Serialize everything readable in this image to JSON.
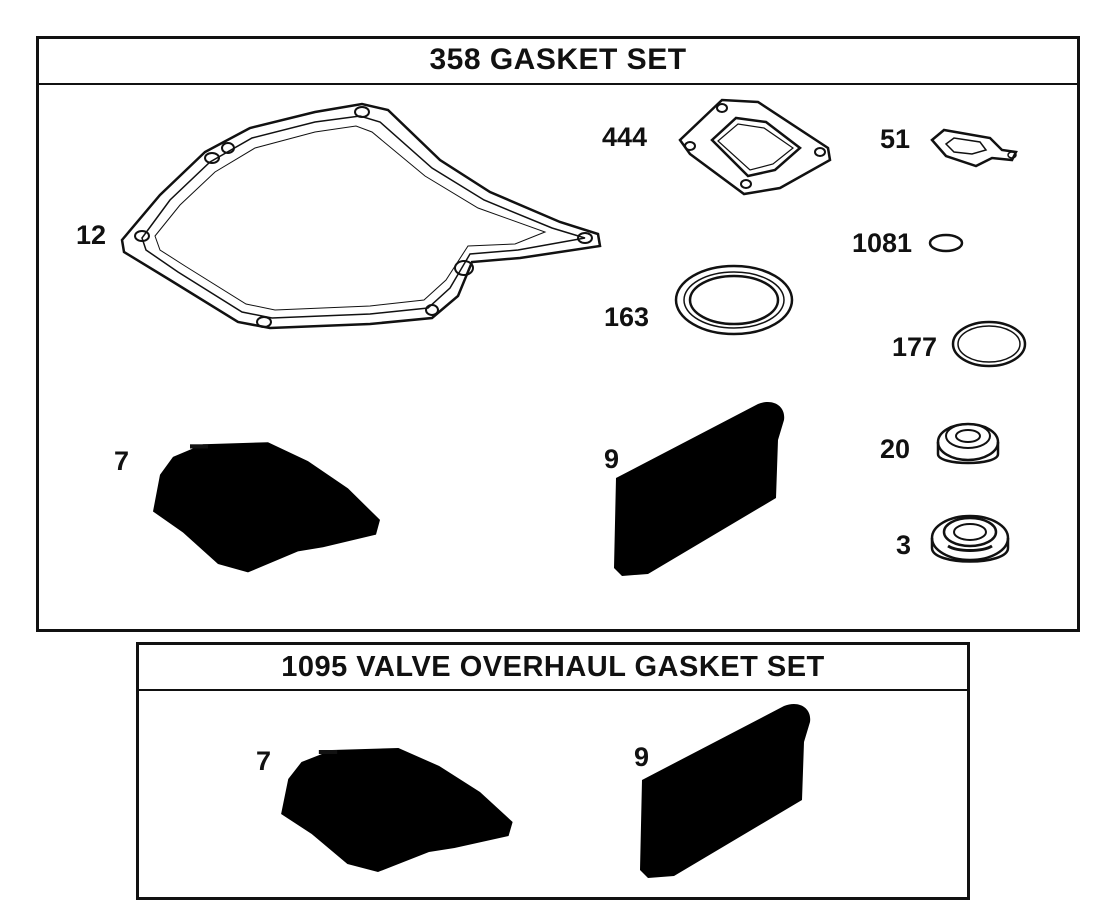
{
  "panels": [
    {
      "title": "358  GASKET SET",
      "parts": [
        {
          "number": "12"
        },
        {
          "number": "444"
        },
        {
          "number": "51"
        },
        {
          "number": "1081"
        },
        {
          "number": "163"
        },
        {
          "number": "177"
        },
        {
          "number": "7"
        },
        {
          "number": "9"
        },
        {
          "number": "20"
        },
        {
          "number": "3"
        }
      ]
    },
    {
      "title": "1095 VALVE OVERHAUL GASKET SET",
      "parts": [
        {
          "number": "7"
        },
        {
          "number": "9"
        }
      ]
    }
  ]
}
